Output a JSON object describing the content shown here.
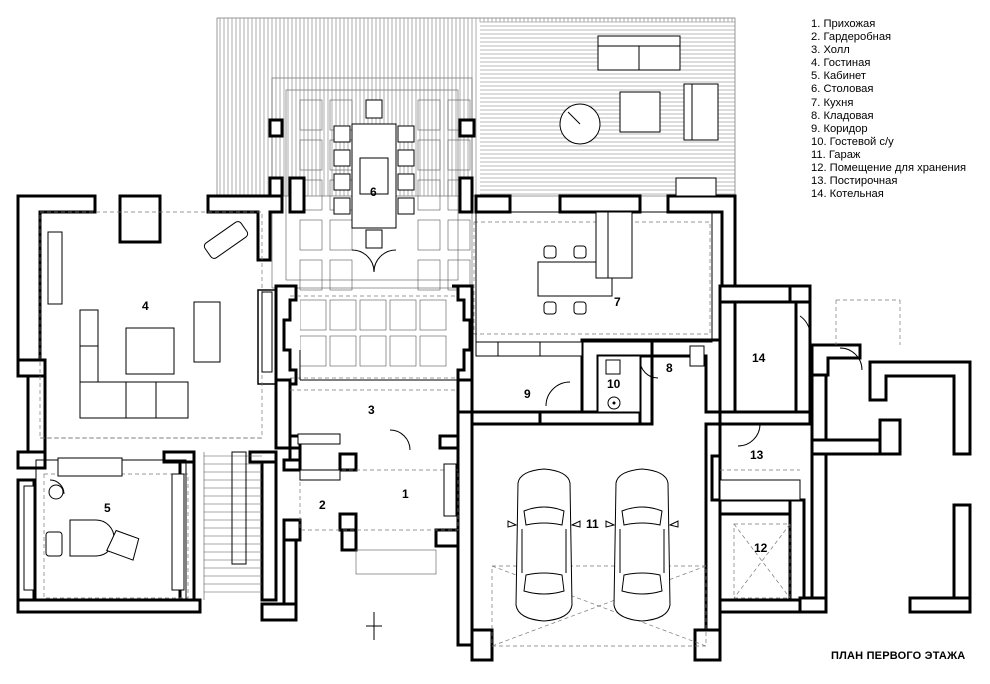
{
  "legend": [
    "1. Прихожая",
    "2. Гардеробная",
    "3. Холл",
    "4. Гостиная",
    "5. Кабинет",
    "6. Столовая",
    "7. Кухня",
    "8. Кладовая",
    "9. Коридор",
    "10. Гостевой с/у",
    "11. Гараж",
    "12. Помещение для хранения",
    "13. Постирочная",
    "14. Котельная"
  ],
  "title": "ПЛАН ПЕРВОГО ЭТАЖА",
  "rooms": [
    "1",
    "2",
    "3",
    "4",
    "5",
    "6",
    "7",
    "8",
    "9",
    "10",
    "11",
    "12",
    "13",
    "14"
  ]
}
